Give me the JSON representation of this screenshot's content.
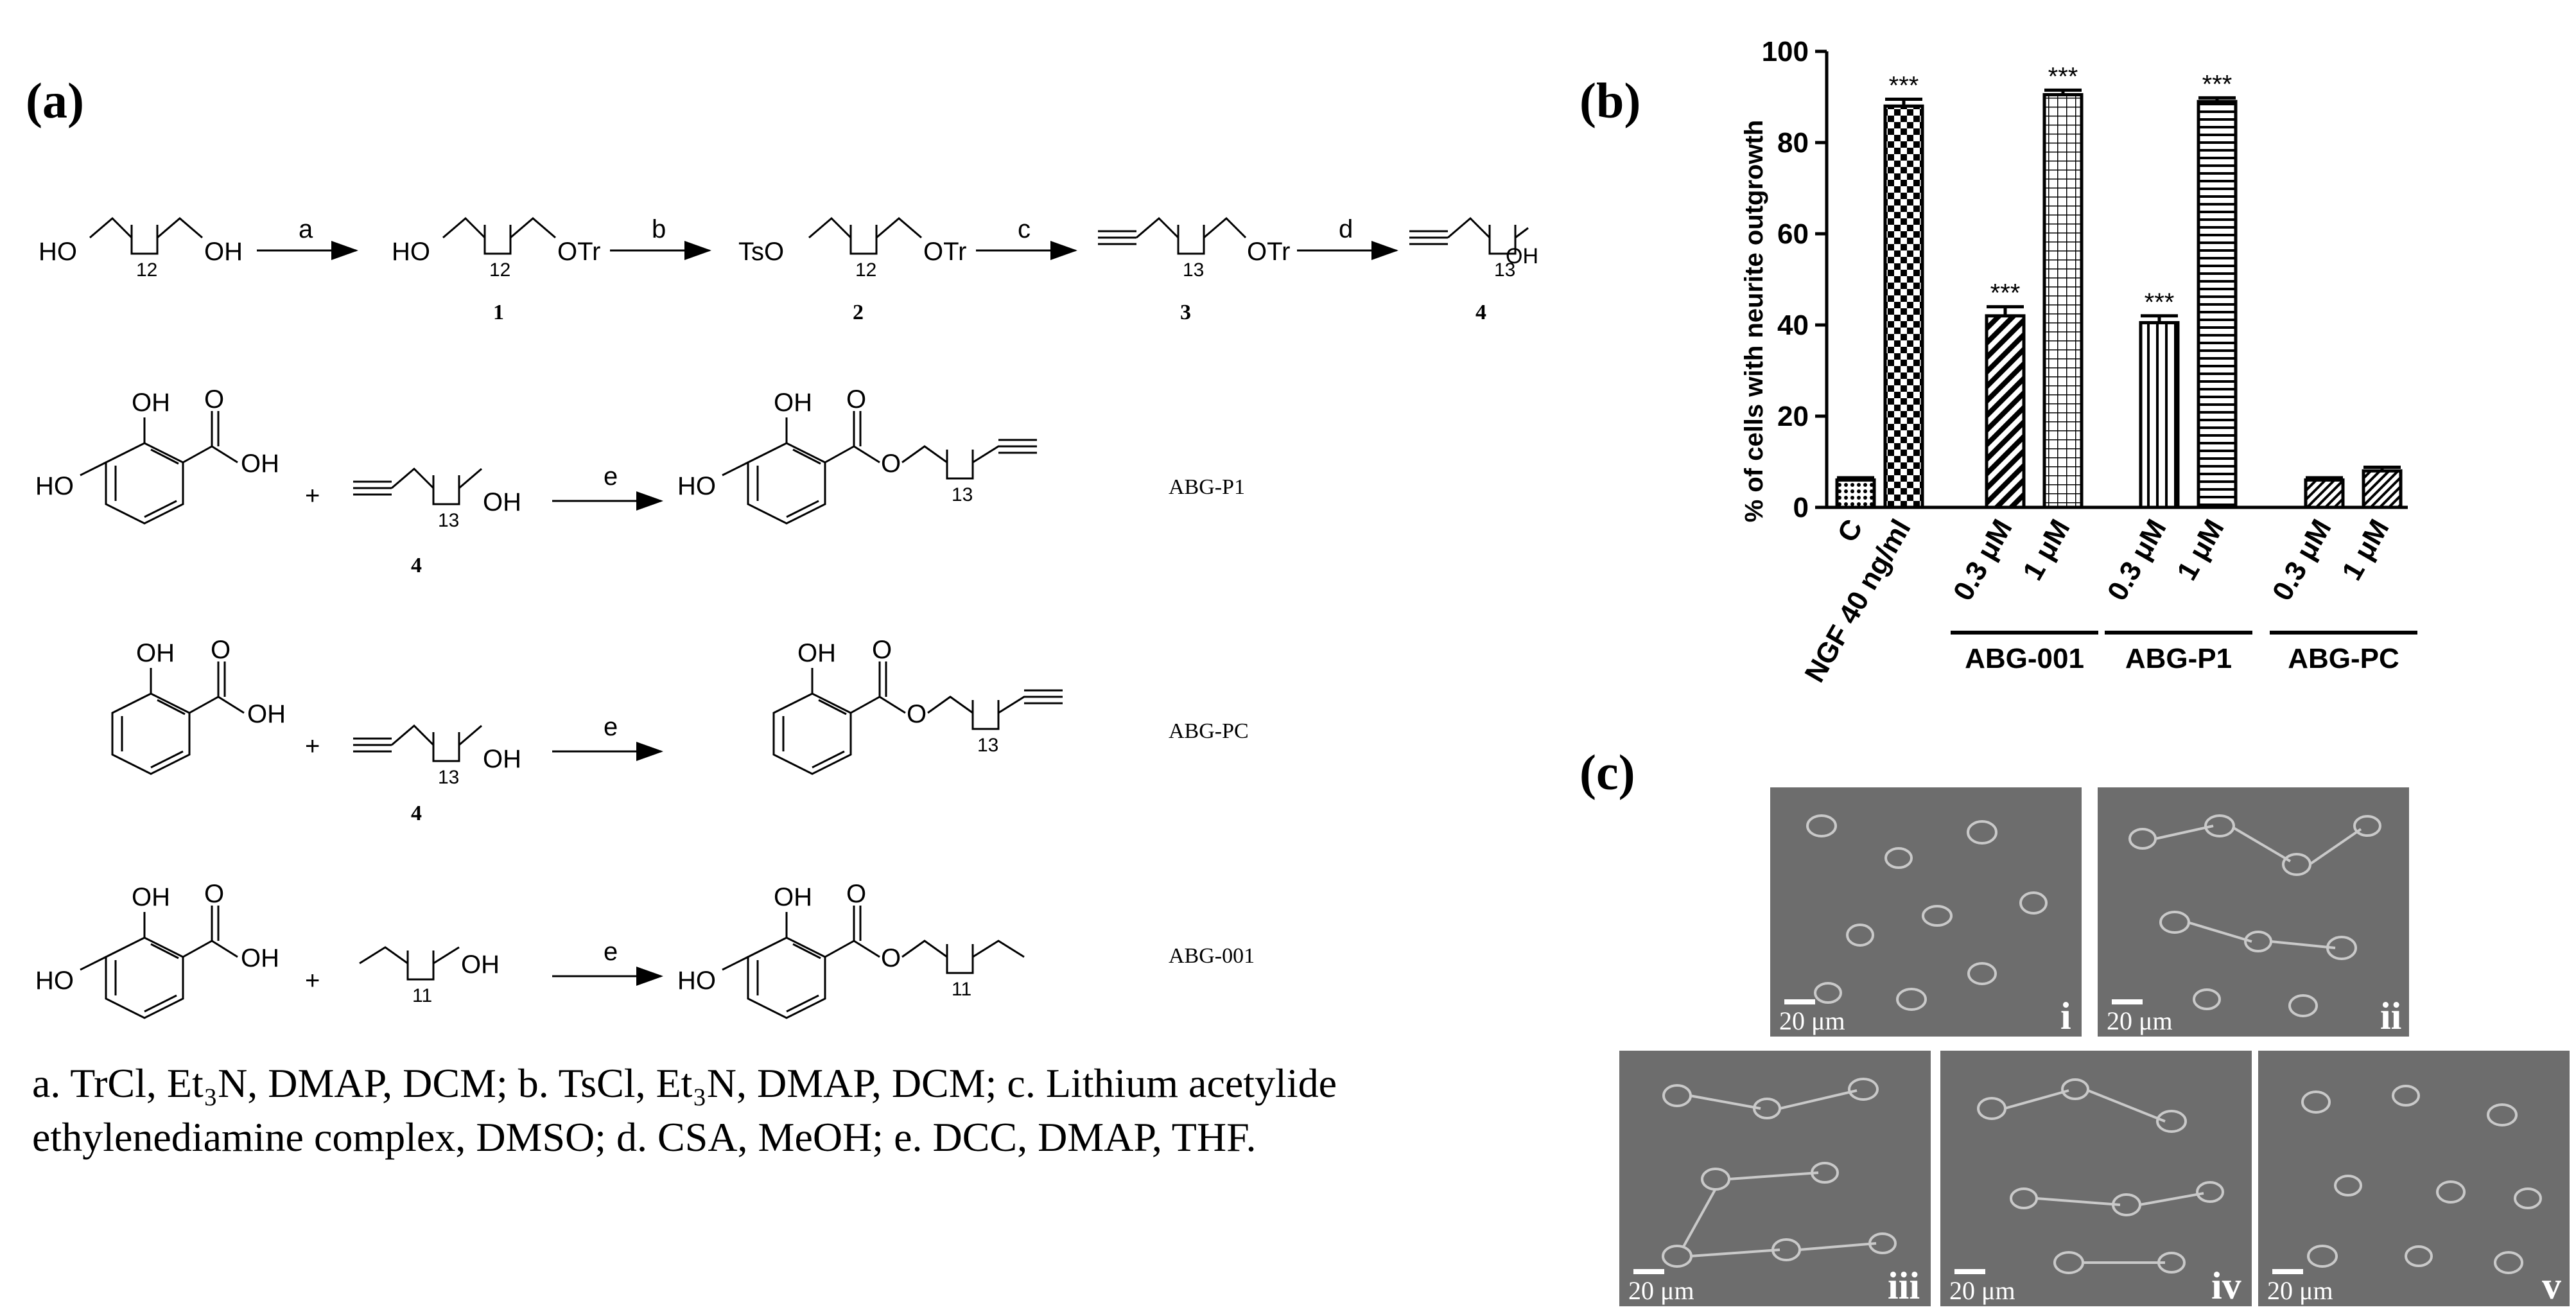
{
  "panels": {
    "a": "(a)",
    "b": "(b)",
    "c": "(c)"
  },
  "scheme": {
    "row1": {
      "start": {
        "left": "HO",
        "sub": "12",
        "right": "OH"
      },
      "c1": {
        "left": "HO",
        "sub": "12",
        "right": "OTr"
      },
      "c2": {
        "left": "TsO",
        "sub": "12",
        "right": "OTr"
      },
      "c3": {
        "sub": "13",
        "right": "OTr"
      },
      "c4": {
        "sub": "13",
        "right": "OH"
      },
      "numbers": [
        "1",
        "2",
        "3",
        "4"
      ],
      "steps": [
        "a",
        "b",
        "c",
        "d"
      ]
    },
    "common": {
      "ho": "HO",
      "oh": "OH",
      "o": "O",
      "plus": "+",
      "step_e": "e",
      "four": "4",
      "sub13": "13",
      "sub11": "11"
    },
    "products": [
      "ABG-P1",
      "ABG-PC",
      "ABG-001"
    ]
  },
  "legend": "a. TrCl, Et₃N, DMAP, DCM; b. TsCl, Et₃N, DMAP, DCM; c. Lithium acetylide ethylenediamine complex, DMSO; d. CSA, MeOH; e. DCC, DMAP, THF.",
  "chart_data": {
    "type": "bar",
    "ylabel": "% of cells with neurite outgrowth",
    "ylim": [
      0,
      100
    ],
    "yticks": [
      0,
      20,
      40,
      60,
      80,
      100
    ],
    "categories": [
      "C",
      "NGF 40 ng/ml",
      "0.3 μM",
      "1 μM",
      "0.3 μM",
      "1 μM",
      "0.3 μM",
      "1 μM"
    ],
    "values": [
      6,
      88,
      42,
      90.5,
      40.5,
      89,
      6,
      8
    ],
    "errors": [
      0.5,
      1.5,
      2,
      1,
      1.5,
      0.8,
      0.5,
      0.8
    ],
    "significance": [
      "",
      "***",
      "***",
      "***",
      "***",
      "***",
      "",
      ""
    ],
    "patterns": [
      "dots",
      "checker",
      "diag",
      "grid",
      "vert",
      "horiz",
      "diag-fine",
      "diag-fine"
    ],
    "groups": [
      {
        "label": "ABG-001",
        "from": 2,
        "to": 3
      },
      {
        "label": "ABG-P1",
        "from": 4,
        "to": 5
      },
      {
        "label": "ABG-PC",
        "from": 6,
        "to": 7
      }
    ]
  },
  "micrographs": [
    {
      "numeral": "i",
      "scale": "20 μm"
    },
    {
      "numeral": "ii",
      "scale": "20 μm"
    },
    {
      "numeral": "iii",
      "scale": "20 μm"
    },
    {
      "numeral": "iv",
      "scale": "20 μm"
    },
    {
      "numeral": "v",
      "scale": "20 μm"
    }
  ]
}
